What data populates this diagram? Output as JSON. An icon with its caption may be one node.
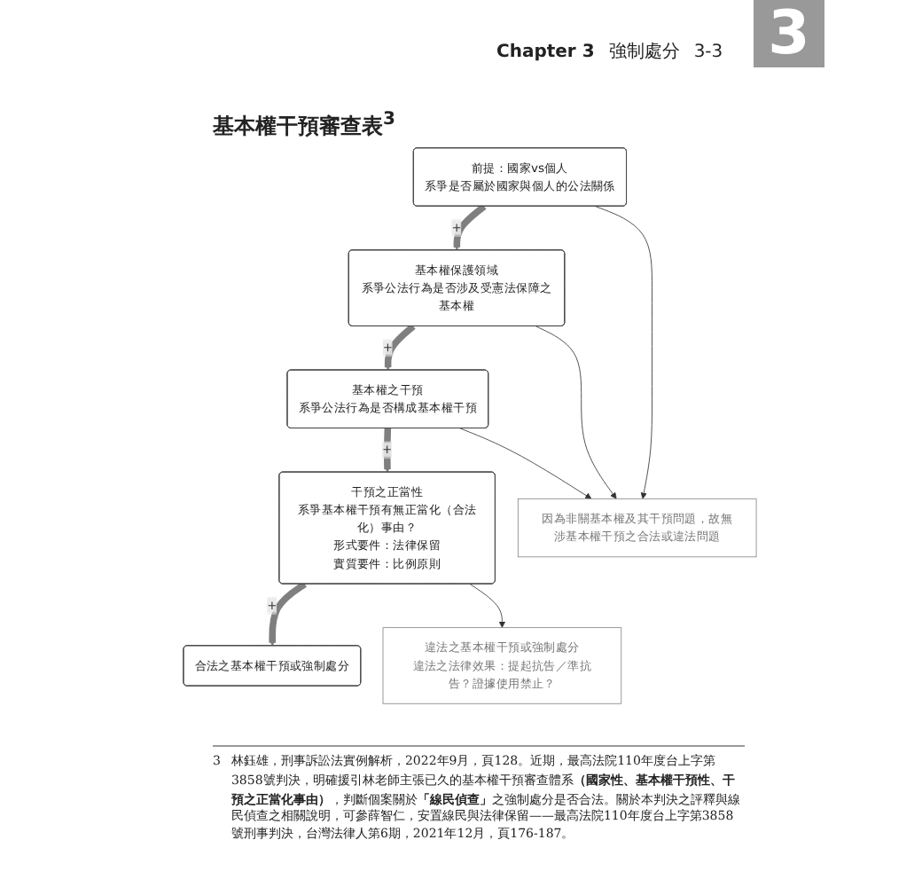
{
  "diagram": {
    "title": "基本權干預審查表$^{3}$",
    "nodes": [
      {
        "text": [
          "前提：國家vs個人",
          "系爭是否屬於國家與個人的公法關係"
        ]
      },
      {
        "text": [
          "基本權保護領域",
          "系爭公法行為是否涉及受憲法保障之基本權"
        ]
      },
      {
        "text": [
          "基本權之干預",
          "系爭公法行為是否構成基本權干預"
        ]
      },
      {
        "text": [
          "干預之正當性",
          "系爭基本權干預有無正當化（合法化）事由？",
          "形式要件：法律保留",
          "實質要件：比例原則"
        ]
      },
      {
        "text": [
          "合法之基本權干預或強制處分"
        ]
      },
      {
        "text": [
          "因為非關基本權及其干預問題，故無涉基本權干預之合法或違法問題"
        ]
      },
      {
        "text": [
          "違法之基本權干預或強制處分",
          "違法之法律效果：提起抗告／準抗告？證據使用禁止？"
        ]
      }
    ],
    "edges": [
      {
        "from": 0,
        "to": 1,
        "arrow": "to",
        "label": "+",
        "style": "thick",
        "color": "#7f7f7f"
      },
      {
        "from": 1,
        "to": 2,
        "arrow": "to",
        "label": "+",
        "style": "thick",
        "color": "#7f7f7f"
      },
      {
        "from": 2,
        "to": 3,
        "arrow": "to",
        "label": "+",
        "style": "thick",
        "color": "#7f7f7f"
      },
      {
        "from": 3,
        "to": 4,
        "arrow": "to",
        "label": "+",
        "style": "thick",
        "color": "#7f7f7f"
      },
      {
        "from": 0,
        "to": 5,
        "arrow": "to"
      },
      {
        "from": 1,
        "to": 5,
        "arrow": "to"
      },
      {
        "from": 2,
        "to": 5,
        "arrow": "to"
      },
      {
        "from": 3,
        "to": 6,
        "arrow": "to"
      }
    ],
    "labels": [
      "Chapter 3",
      "強制處分",
      "3-3",
      "3",
      "3",
      "林鈺雄，刑事訴訟法實例解析，2022年9月，頁128。近期，最高法院110年度台上字第3858號判決，明確援引林老師主張已久的基本權干預審查體系**（國家性、基本權干預性、干預之正當化事由）**，判斷個案關於**「線民偵查」**之強制處分是否合法。關於本判決之評釋與線民偵查之相關說明，可參薛智仁，安置線民與法律保留——最高法院110年度台上字第3858號刑事判決，台灣法律人第6期，2021年12月，頁176-187。"
    ]
  }
}
